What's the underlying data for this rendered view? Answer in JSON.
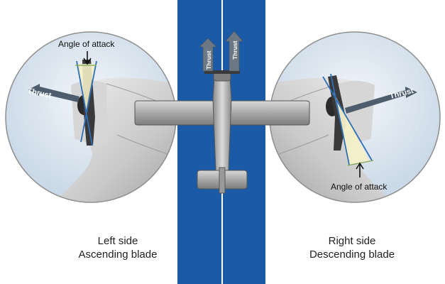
{
  "left_view": {
    "annotation": "Angle of attack",
    "thrust_label": "Thrust",
    "caption_line1": "Left side",
    "caption_line2": "Ascending blade"
  },
  "right_view": {
    "annotation": "Angle of attack",
    "thrust_label": "Thrust",
    "caption_line1": "Right side",
    "caption_line2": "Descending blade"
  },
  "aircraft": {
    "thrust_left": "Thrust",
    "thrust_right": "Thrust"
  },
  "colors": {
    "runway": "#1a5aa6",
    "centerline": "#ffffff",
    "chord_line": "#2e6fb8",
    "attack_wedge": "#f4f0c8",
    "sky": "#dbe7f2"
  }
}
